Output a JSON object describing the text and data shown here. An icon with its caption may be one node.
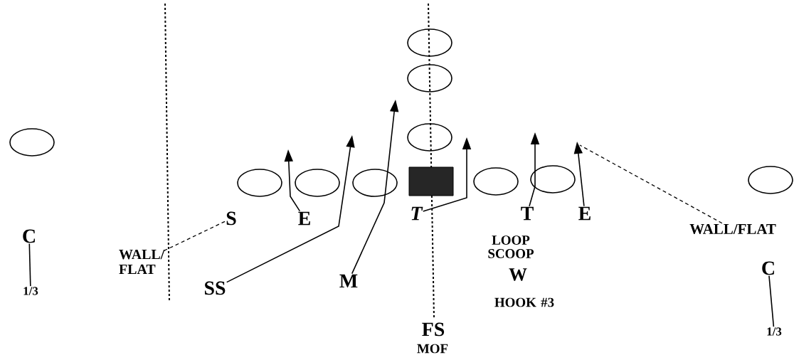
{
  "diagram": {
    "nodes": [
      {
        "text": [],
        "shape": "oval"
      },
      {
        "text": [],
        "shape": "oval"
      },
      {
        "text": [],
        "shape": "oval"
      },
      {
        "text": [],
        "shape": "oval"
      },
      {
        "text": [],
        "shape": "oval"
      },
      {
        "text": [],
        "shape": "oval"
      },
      {
        "text": [],
        "shape": "oval"
      },
      {
        "text": [],
        "shape": "box"
      },
      {
        "text": [],
        "shape": "oval"
      },
      {
        "text": [],
        "shape": "oval"
      },
      {
        "text": [],
        "shape": "oval"
      },
      {
        "text": [
          "S"
        ]
      },
      {
        "text": [
          "E"
        ]
      },
      {
        "text": [
          "T"
        ]
      },
      {
        "text": [
          "T"
        ],
        "beside": [
          "LOOP SCOOP"
        ]
      },
      {
        "text": [
          "E"
        ]
      },
      {
        "text": [
          "WALL/FLAT"
        ]
      },
      {
        "text": [
          "C"
        ]
      },
      {
        "text": [
          "WALL/ FLAT"
        ]
      },
      {
        "text": [
          "M"
        ]
      },
      {
        "text": [
          "W"
        ],
        "beside": [
          "HOOK #3"
        ]
      },
      {
        "text": [
          "SS"
        ]
      },
      {
        "text": [
          "1/3"
        ]
      },
      {
        "text": [
          "C"
        ]
      },
      {
        "text": [
          "FS"
        ],
        "beside": [
          "MOF"
        ]
      },
      {
        "text": [
          "1/3"
        ]
      }
    ],
    "edges": [
      {
        "from": 11,
        "to": 18,
        "arrow": "none",
        "style": "dashed"
      },
      {
        "from": 12,
        "to": null,
        "arrow": "to"
      },
      {
        "from": 21,
        "to": null,
        "arrow": "to"
      },
      {
        "from": 19,
        "to": null,
        "arrow": "to"
      },
      {
        "from": 13,
        "to": null,
        "arrow": "to"
      },
      {
        "from": 14,
        "to": null,
        "arrow": "to"
      },
      {
        "from": 15,
        "to": null,
        "arrow": "to"
      },
      {
        "from": 16,
        "to": null,
        "arrow": "none",
        "style": "dashed"
      },
      {
        "from": 17,
        "to": 22,
        "arrow": "none"
      },
      {
        "from": 23,
        "to": 25,
        "arrow": "none"
      }
    ]
  }
}
